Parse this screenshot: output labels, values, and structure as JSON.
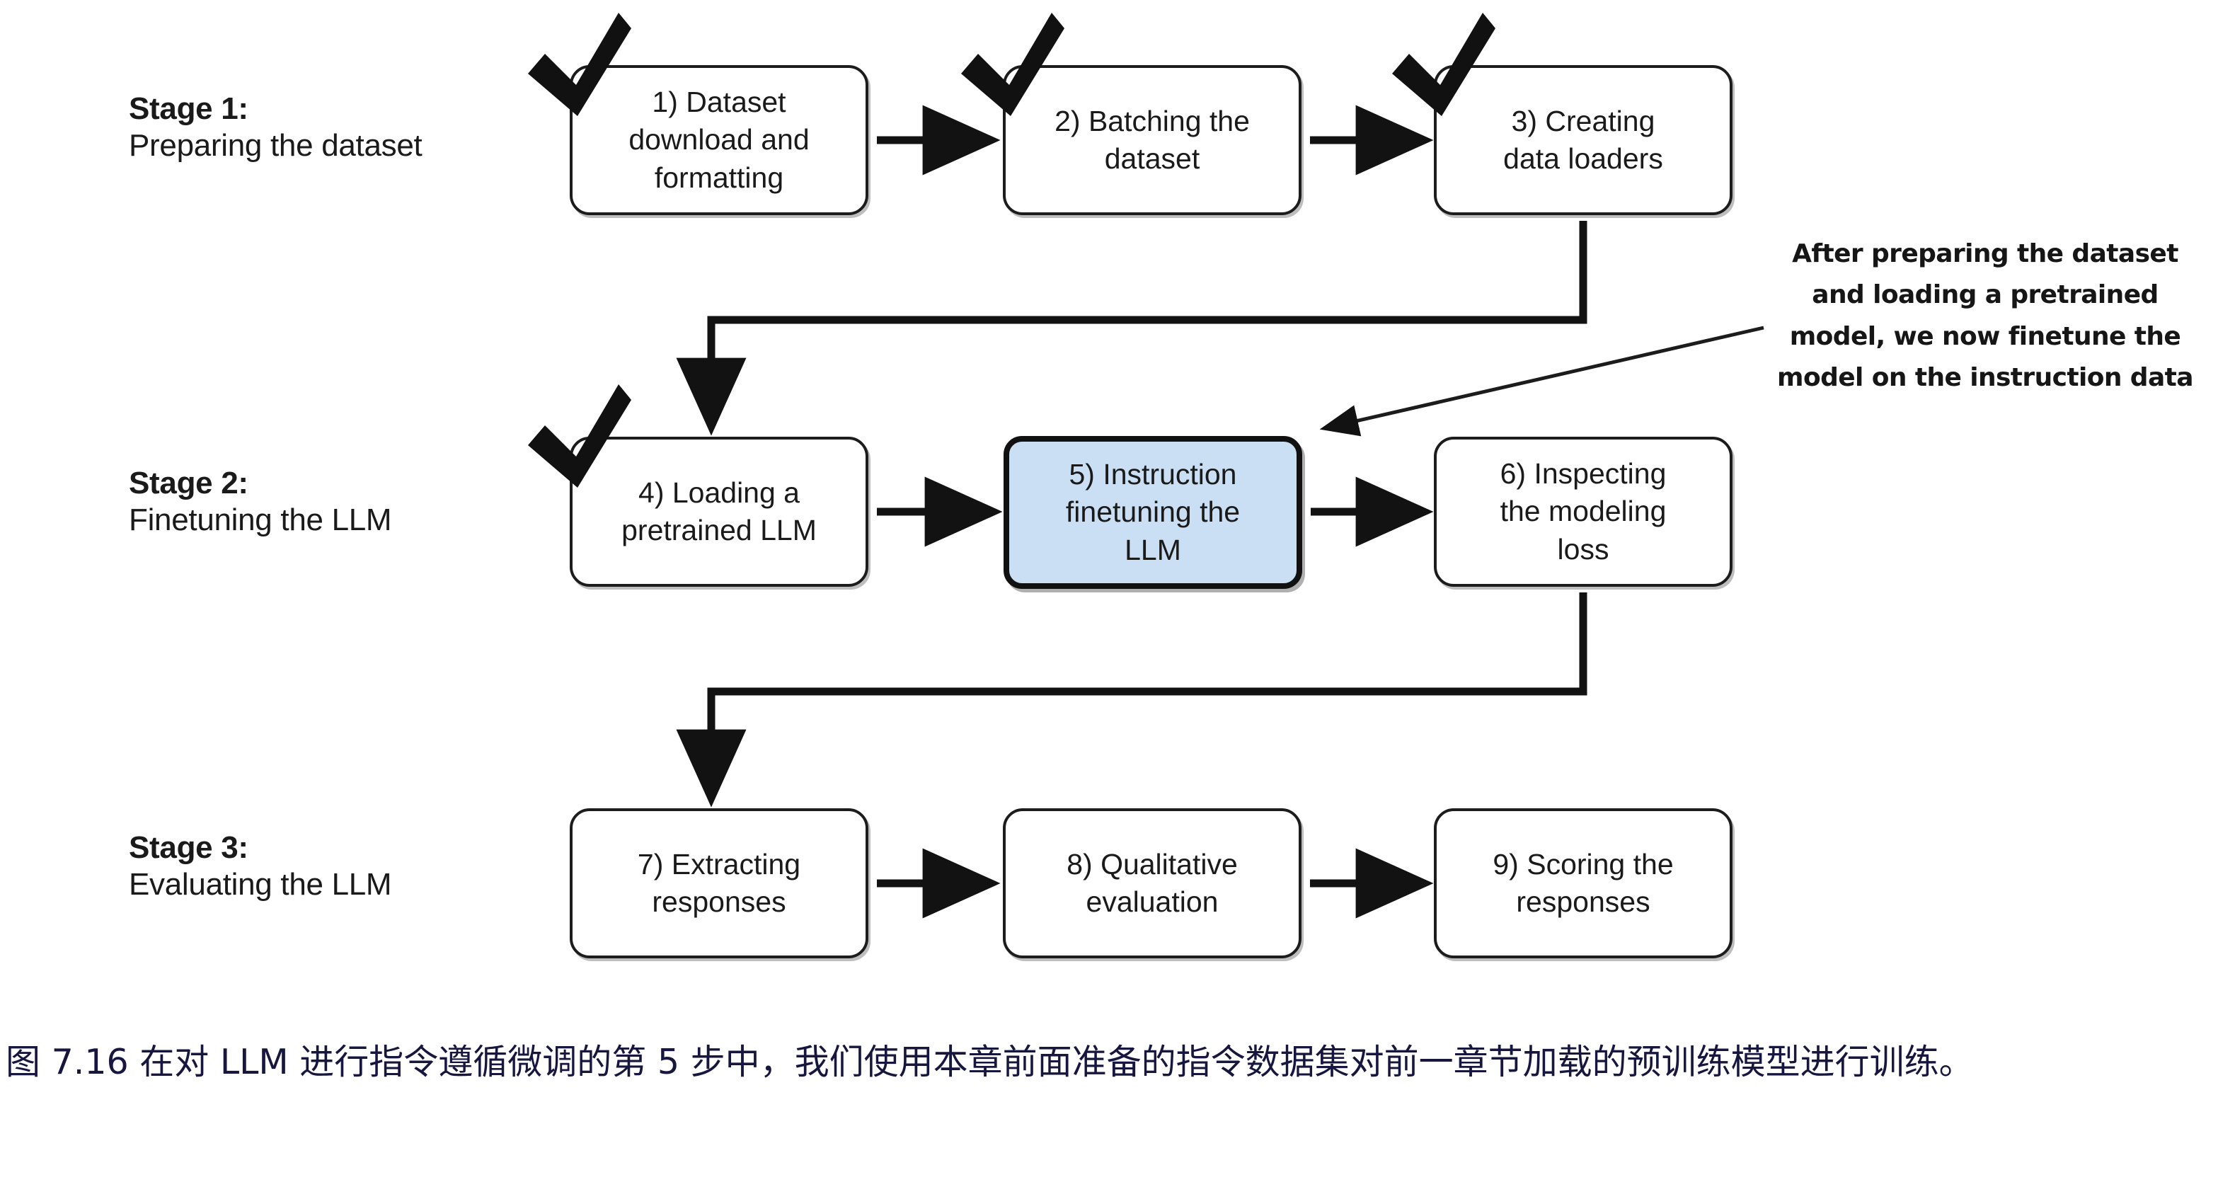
{
  "figure": {
    "title_id": "7.16",
    "stages": [
      {
        "id": "stage-1",
        "title": "Stage 1:",
        "subtitle": "Preparing the dataset"
      },
      {
        "id": "stage-2",
        "title": "Stage 2:",
        "subtitle": "Finetuning the LLM"
      },
      {
        "id": "stage-3",
        "title": "Stage 3:",
        "subtitle": "Evaluating the LLM"
      }
    ],
    "boxes": [
      {
        "id": "box-1",
        "number": "1)",
        "label": "1) Dataset\ndownload and\nformatting",
        "row": 1,
        "done": true,
        "highlight": false
      },
      {
        "id": "box-2",
        "number": "2)",
        "label": "2) Batching the\ndataset",
        "row": 1,
        "done": true,
        "highlight": false
      },
      {
        "id": "box-3",
        "number": "3)",
        "label": "3) Creating\ndata loaders",
        "row": 1,
        "done": true,
        "highlight": false
      },
      {
        "id": "box-4",
        "number": "4)",
        "label": "4) Loading a\npretrained LLM",
        "row": 2,
        "done": true,
        "highlight": false
      },
      {
        "id": "box-5",
        "number": "5)",
        "label": "5) Instruction\nfinetuning the\nLLM",
        "row": 2,
        "done": false,
        "highlight": true
      },
      {
        "id": "box-6",
        "number": "6)",
        "label": "6) Inspecting\nthe modeling\nloss",
        "row": 2,
        "done": false,
        "highlight": false
      },
      {
        "id": "box-7",
        "number": "7)",
        "label": "7) Extracting\nresponses",
        "row": 3,
        "done": false,
        "highlight": false
      },
      {
        "id": "box-8",
        "number": "8)",
        "label": "8) Qualitative\nevaluation",
        "row": 3,
        "done": false,
        "highlight": false
      },
      {
        "id": "box-9",
        "number": "9)",
        "label": "9) Scoring the\nresponses",
        "row": 3,
        "done": false,
        "highlight": false
      }
    ],
    "annotation": {
      "text": "After preparing the dataset and loading a pretrained model, we now finetune the model on the instruction data",
      "points_to": "box-5"
    },
    "caption": "图 7.16 在对 LLM 进行指令遵循微调的第 5 步中，我们使用本章前面准备的指令数据集对前一章节加载的预训练模型进行训练。",
    "colors": {
      "highlight_fill": "#cbdff4",
      "box_border": "#1c1c1c",
      "caption_text": "#16163f",
      "diagram_text": "#1a1a1a"
    },
    "icons": {
      "check": "check-mark-icon",
      "arrow": "arrow-right-icon"
    }
  }
}
